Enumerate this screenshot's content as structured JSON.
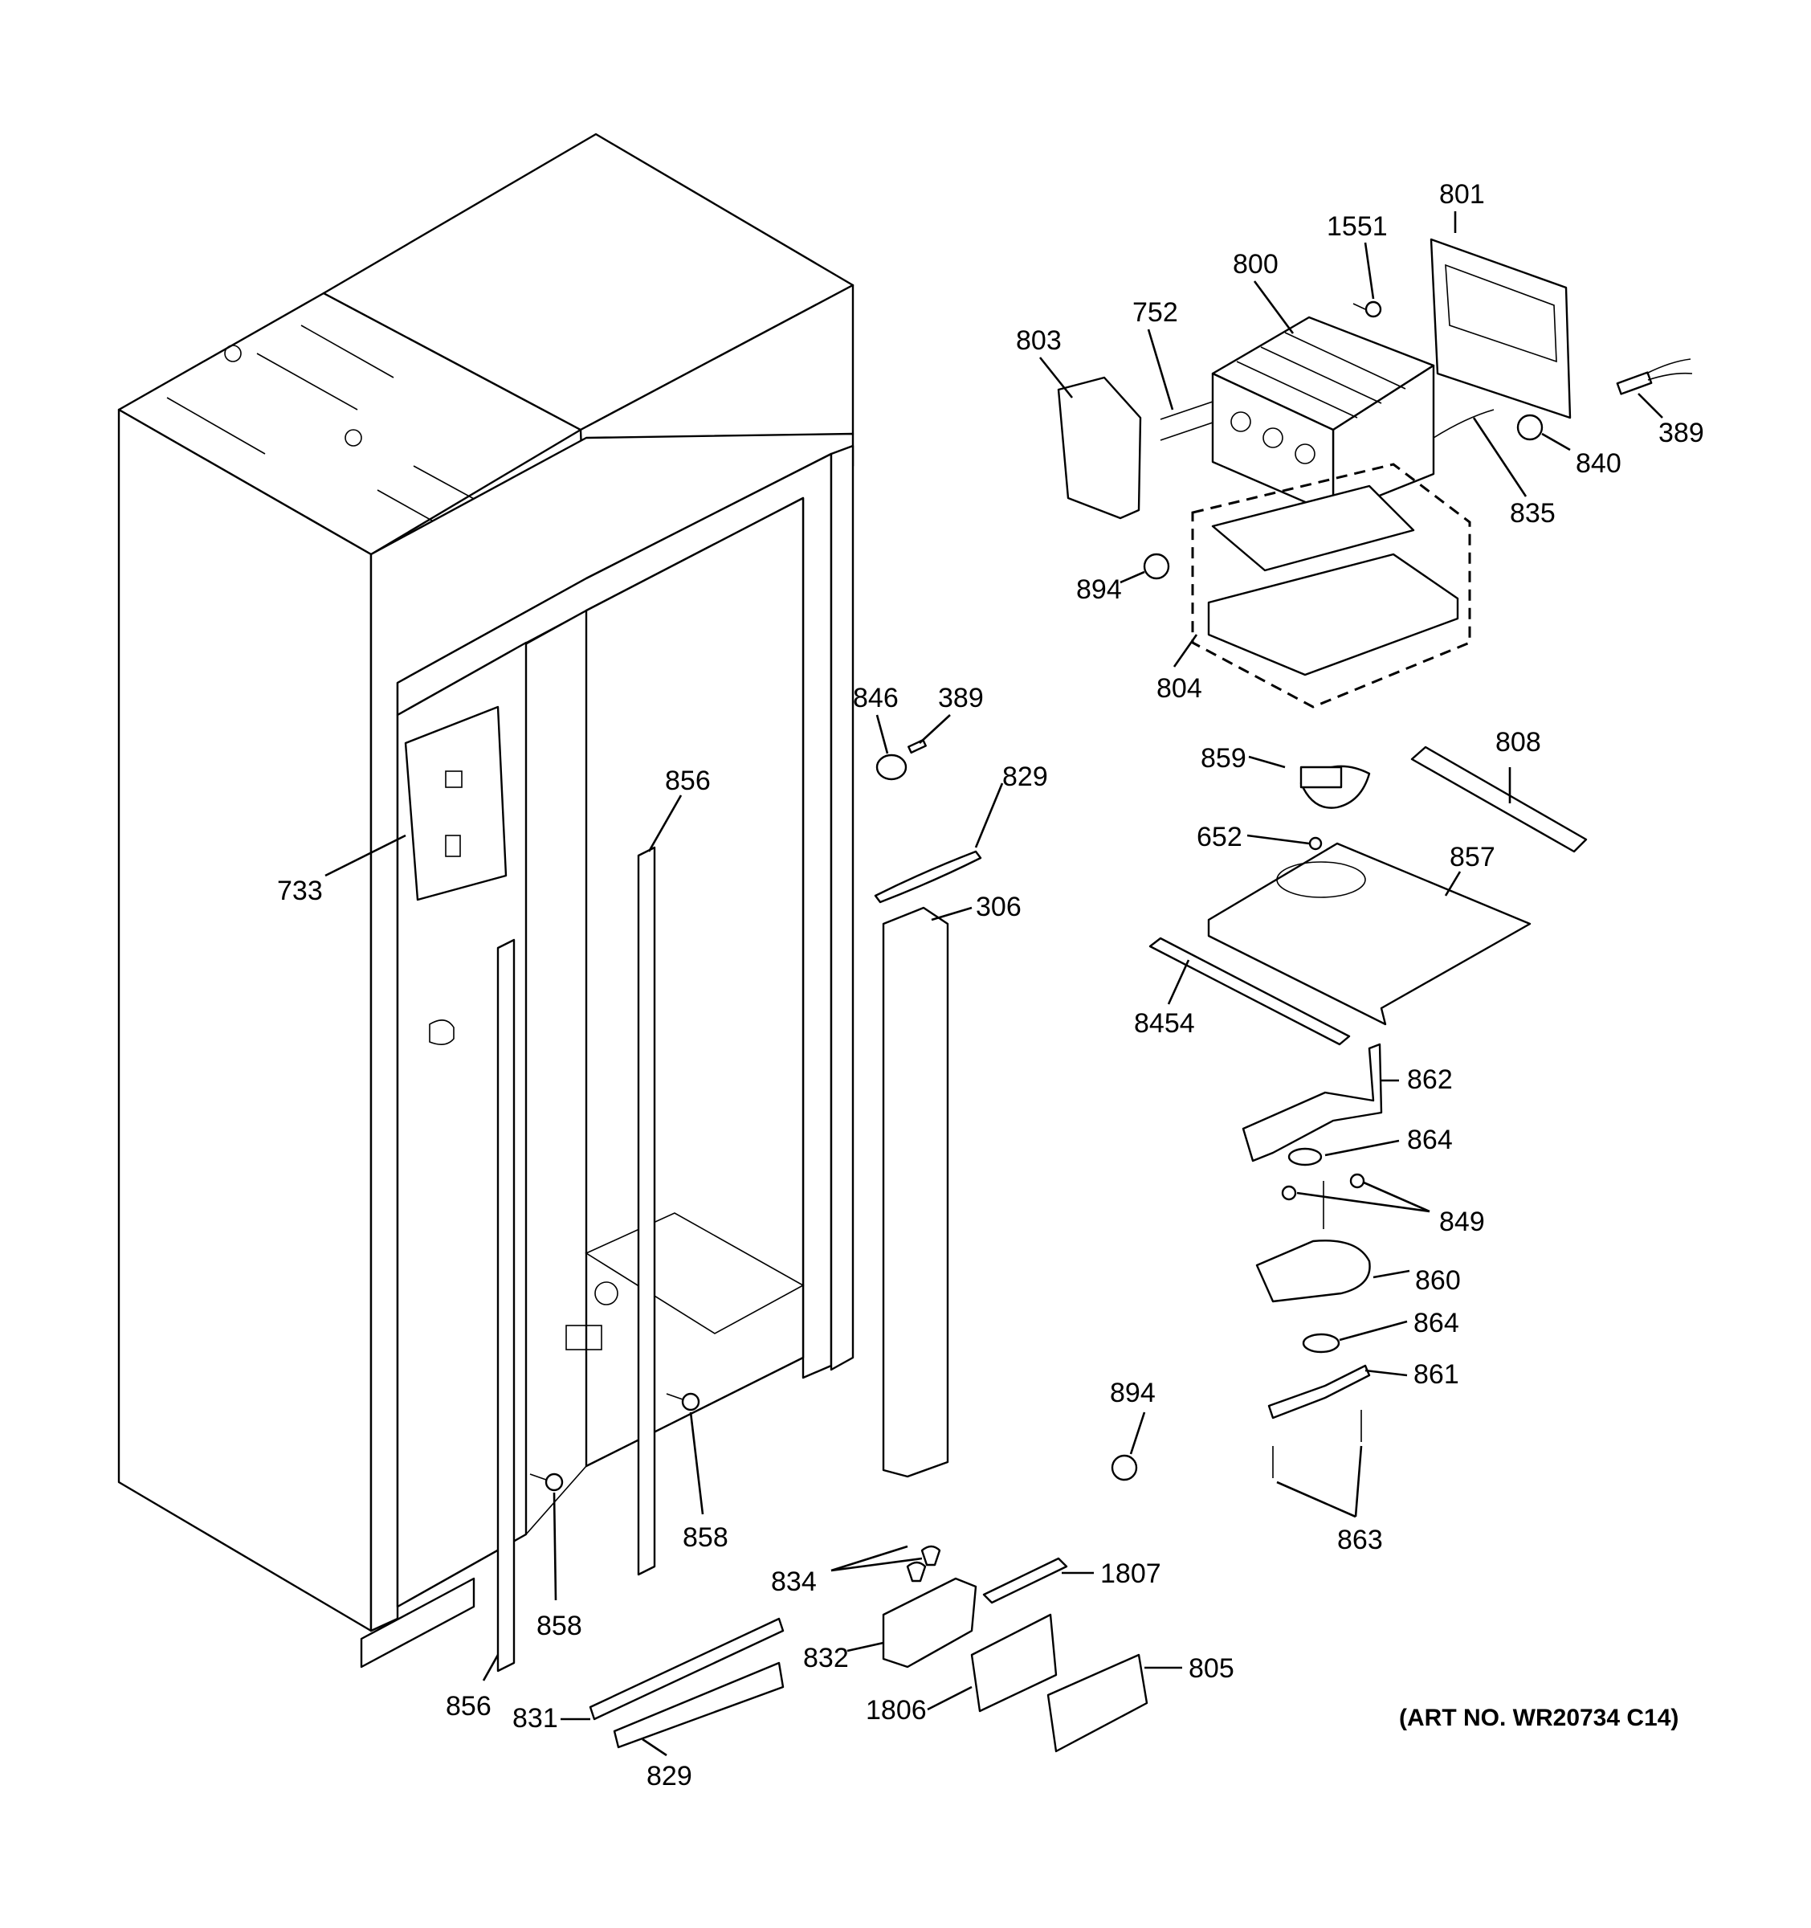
{
  "art_number": "(ART NO. WR20734 C14)",
  "callouts": [
    {
      "id": "c801",
      "text": "801"
    },
    {
      "id": "c1551",
      "text": "1551"
    },
    {
      "id": "c800",
      "text": "800"
    },
    {
      "id": "c752",
      "text": "752"
    },
    {
      "id": "c803",
      "text": "803"
    },
    {
      "id": "c389a",
      "text": "389"
    },
    {
      "id": "c840",
      "text": "840"
    },
    {
      "id": "c835",
      "text": "835"
    },
    {
      "id": "c894a",
      "text": "894"
    },
    {
      "id": "c804",
      "text": "804"
    },
    {
      "id": "c846",
      "text": "846"
    },
    {
      "id": "c389b",
      "text": "389"
    },
    {
      "id": "c829a",
      "text": "829"
    },
    {
      "id": "c856a",
      "text": "856"
    },
    {
      "id": "c733",
      "text": "733"
    },
    {
      "id": "c306",
      "text": "306"
    },
    {
      "id": "c808",
      "text": "808"
    },
    {
      "id": "c859",
      "text": "859"
    },
    {
      "id": "c652",
      "text": "652"
    },
    {
      "id": "c857",
      "text": "857"
    },
    {
      "id": "c8454",
      "text": "8454"
    },
    {
      "id": "c862",
      "text": "862"
    },
    {
      "id": "c864a",
      "text": "864"
    },
    {
      "id": "c849",
      "text": "849"
    },
    {
      "id": "c860",
      "text": "860"
    },
    {
      "id": "c864b",
      "text": "864"
    },
    {
      "id": "c861",
      "text": "861"
    },
    {
      "id": "c894b",
      "text": "894"
    },
    {
      "id": "c863",
      "text": "863"
    },
    {
      "id": "c858a",
      "text": "858"
    },
    {
      "id": "c858b",
      "text": "858"
    },
    {
      "id": "c834",
      "text": "834"
    },
    {
      "id": "c1807",
      "text": "1807"
    },
    {
      "id": "c832",
      "text": "832"
    },
    {
      "id": "c805",
      "text": "805"
    },
    {
      "id": "c1806",
      "text": "1806"
    },
    {
      "id": "c856b",
      "text": "856"
    },
    {
      "id": "c831",
      "text": "831"
    },
    {
      "id": "c829b",
      "text": "829"
    }
  ]
}
